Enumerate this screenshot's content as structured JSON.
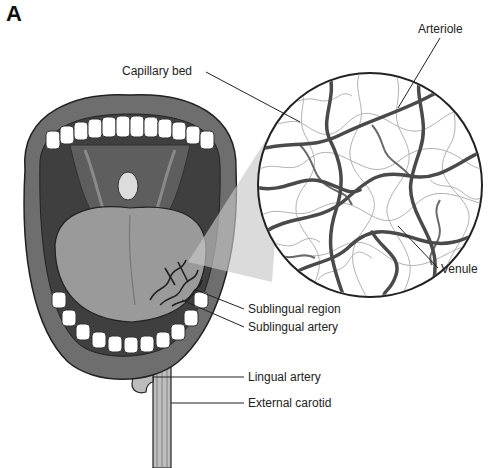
{
  "diagram": {
    "labels": [
      "A",
      "Capillary bed",
      "Arteriole",
      "Venule",
      "Sublingual region",
      "Sublingual artery",
      "Lingual artery",
      "External carotid"
    ]
  }
}
